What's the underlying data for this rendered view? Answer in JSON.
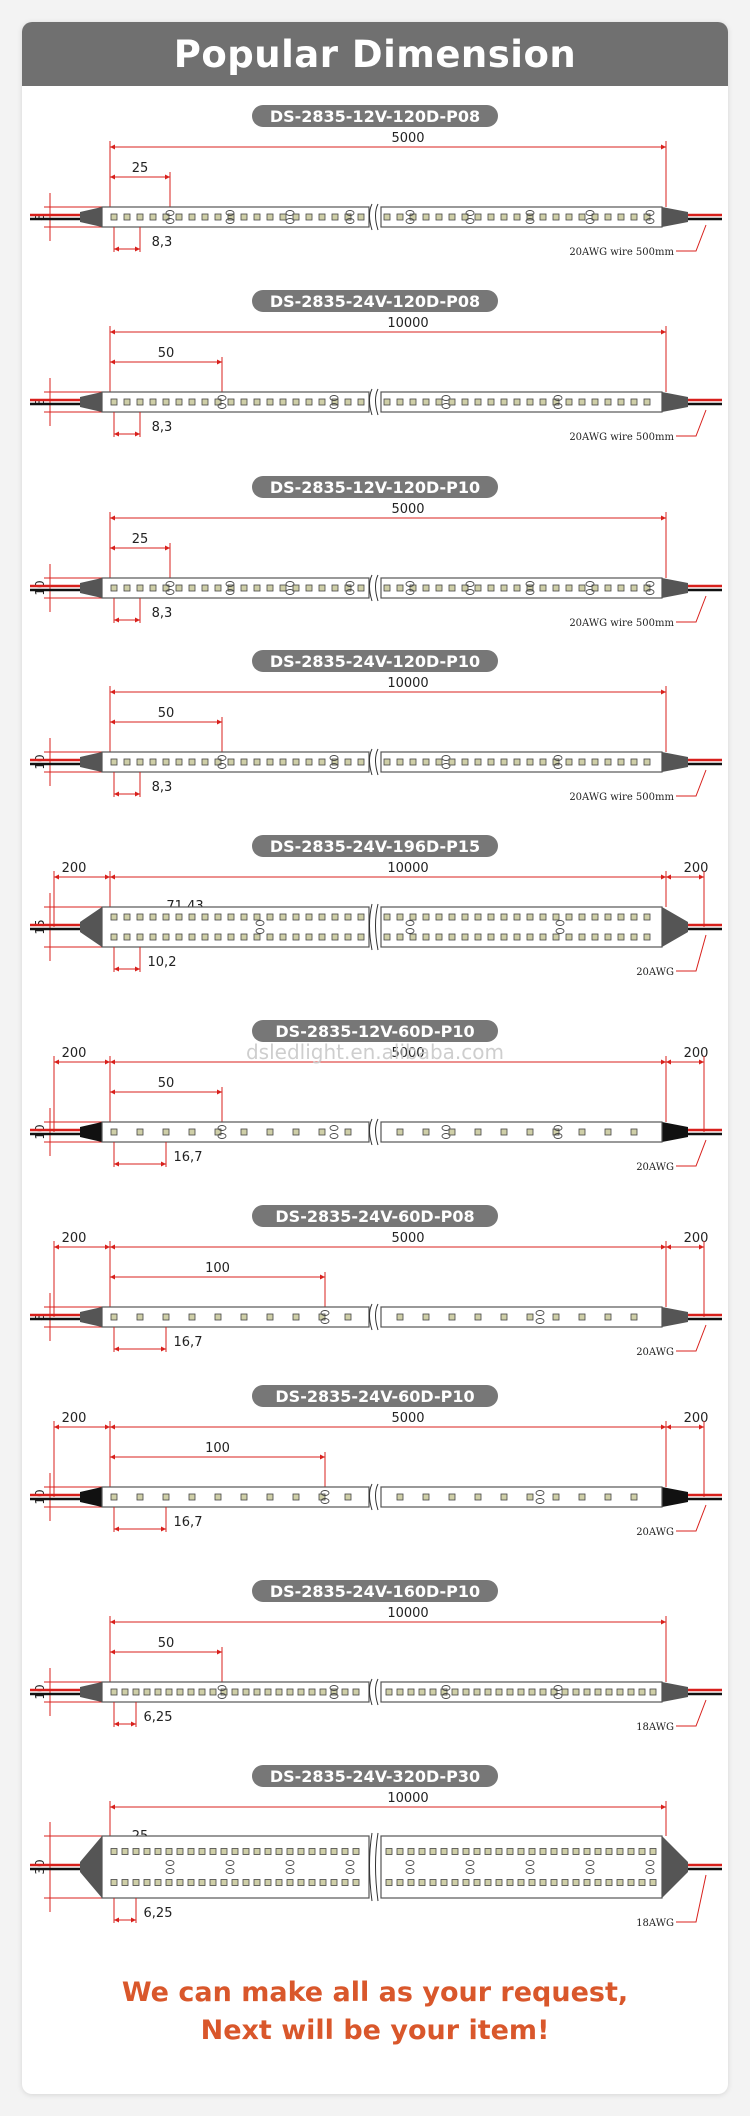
{
  "header": {
    "title": "Popular Dimension"
  },
  "watermark": "dsledlight.en.alibaba.com",
  "footer": {
    "line1": "We can make all as your request,",
    "line2": "Next will be your item!"
  },
  "colors": {
    "dimension": "#d8201c",
    "label_bg": "#777777",
    "strip_outline": "#555555",
    "end_cap": "#555555",
    "end_cap_dark": "#111111",
    "wire_red": "#d8201c",
    "wire_black": "#111111",
    "led": "#cfcfa8",
    "footer_text": "#d9572b"
  },
  "strips": [
    {
      "model": "DS-2835-12V-120D-P08",
      "width_label": "8",
      "length_label": "5000",
      "unit_label": "25",
      "pitch_label": "8,3",
      "wire_label": "20AWG wire 500mm",
      "rows": 1,
      "cap": "gray",
      "end_labels": []
    },
    {
      "model": "DS-2835-24V-120D-P08",
      "width_label": "8",
      "length_label": "10000",
      "unit_label": "50",
      "pitch_label": "8,3",
      "wire_label": "20AWG wire 500mm",
      "rows": 1,
      "cap": "gray",
      "end_labels": []
    },
    {
      "model": "DS-2835-12V-120D-P10",
      "width_label": "10",
      "length_label": "5000",
      "unit_label": "25",
      "pitch_label": "8,3",
      "wire_label": "20AWG wire 500mm",
      "rows": 1,
      "cap": "gray",
      "end_labels": []
    },
    {
      "model": "DS-2835-24V-120D-P10",
      "width_label": "10",
      "length_label": "10000",
      "unit_label": "50",
      "pitch_label": "8,3",
      "wire_label": "20AWG wire 500mm",
      "rows": 1,
      "cap": "gray",
      "end_labels": []
    },
    {
      "model": "DS-2835-24V-196D-P15",
      "width_label": "15",
      "length_label": "10000",
      "unit_label": "71.43",
      "pitch_label": "10,2",
      "wire_label": "20AWG",
      "rows": 2,
      "cap": "gray",
      "end_labels": [
        "200",
        "200"
      ]
    },
    {
      "model": "DS-2835-12V-60D-P10",
      "width_label": "10",
      "length_label": "5000",
      "unit_label": "50",
      "pitch_label": "16,7",
      "wire_label": "20AWG",
      "rows": 1,
      "cap": "black",
      "end_labels": [
        "200",
        "200"
      ]
    },
    {
      "model": "DS-2835-24V-60D-P08",
      "width_label": "8",
      "length_label": "5000",
      "unit_label": "100",
      "pitch_label": "16,7",
      "wire_label": "20AWG",
      "rows": 1,
      "cap": "gray",
      "end_labels": [
        "200",
        "200"
      ]
    },
    {
      "model": "DS-2835-24V-60D-P10",
      "width_label": "10",
      "length_label": "5000",
      "unit_label": "100",
      "pitch_label": "16,7",
      "wire_label": "20AWG",
      "rows": 1,
      "cap": "black",
      "end_labels": [
        "200",
        "200"
      ]
    },
    {
      "model": "DS-2835-24V-160D-P10",
      "width_label": "10",
      "length_label": "10000",
      "unit_label": "50",
      "pitch_label": "6,25",
      "wire_label": "18AWG",
      "rows": 1,
      "cap": "gray",
      "end_labels": []
    },
    {
      "model": "DS-2835-24V-320D-P30",
      "width_label": "30",
      "length_label": "10000",
      "unit_label": "25",
      "pitch_label": "6,25",
      "wire_label": "18AWG",
      "rows": 2,
      "cap": "gray",
      "end_labels": []
    }
  ]
}
